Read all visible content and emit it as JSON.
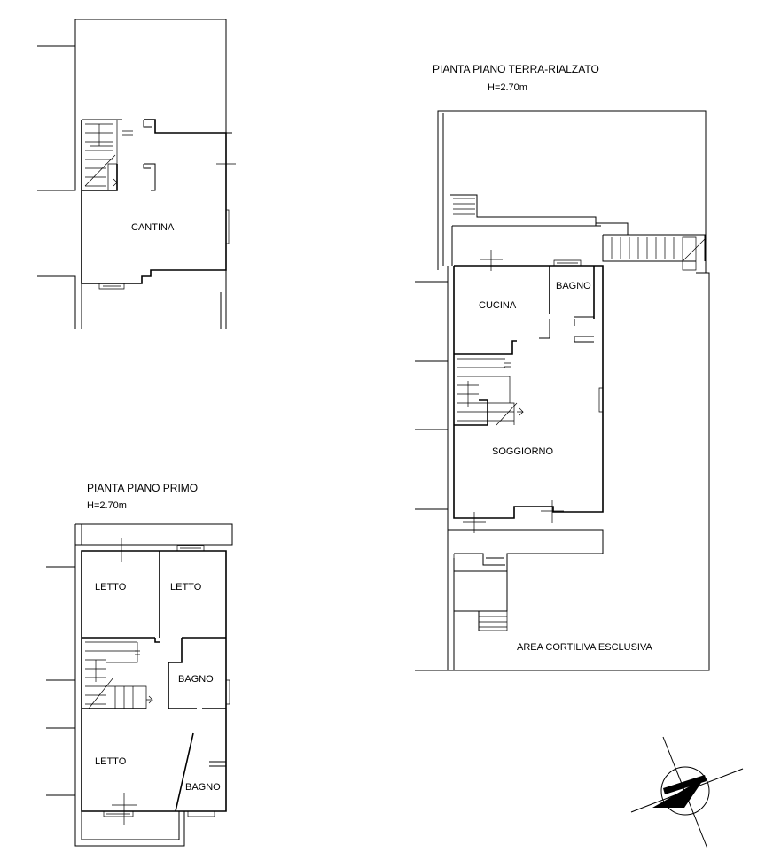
{
  "plans": {
    "ground": {
      "title": "PIANTA PIANO TERRA-RIALZATO",
      "height": "H=2.70m"
    },
    "first": {
      "title": "PIANTA PIANO PRIMO",
      "height": "H=2.70m"
    }
  },
  "rooms": {
    "cantina": "CANTINA",
    "cucina": "CUCINA",
    "bagno_ground": "BAGNO",
    "soggiorno": "SOGGIORNO",
    "area_cortiliva": "AREA CORTILIVA ESCLUSIVA",
    "letto_1": "LETTO",
    "letto_2": "LETTO",
    "letto_3": "LETTO",
    "bagno_first_1": "BAGNO",
    "bagno_first_2": "BAGNO"
  },
  "compass": {
    "icon": "north-arrow-icon"
  }
}
